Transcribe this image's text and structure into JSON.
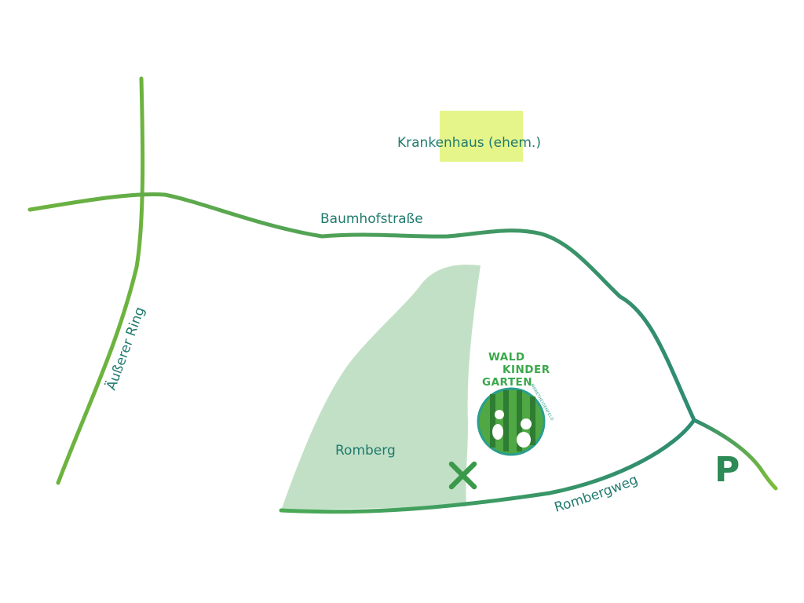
{
  "labels": {
    "hospital": "Krankenhaus (ehem.)",
    "baumhof": "Baumhofstraße",
    "ring": "Äußerer Ring",
    "romberg": "Romberg",
    "rombergweg": "Rombergweg",
    "parking": "P"
  },
  "logo": {
    "line1": "WALD",
    "line2": "KINDER",
    "line3": "GARTEN",
    "sub": "MARKTHEIDENFELD"
  },
  "colors": {
    "road_light": "#6db33f",
    "road_teal": "#2e8b72",
    "forest": "#c2e0c6",
    "hospital_box": "#e6f58a",
    "label_text": "#1f7a6e",
    "marker": "#3a9a4a"
  },
  "icons": {
    "marker": "cross-marker-icon",
    "logo": "waldkindergarten-logo-icon"
  }
}
